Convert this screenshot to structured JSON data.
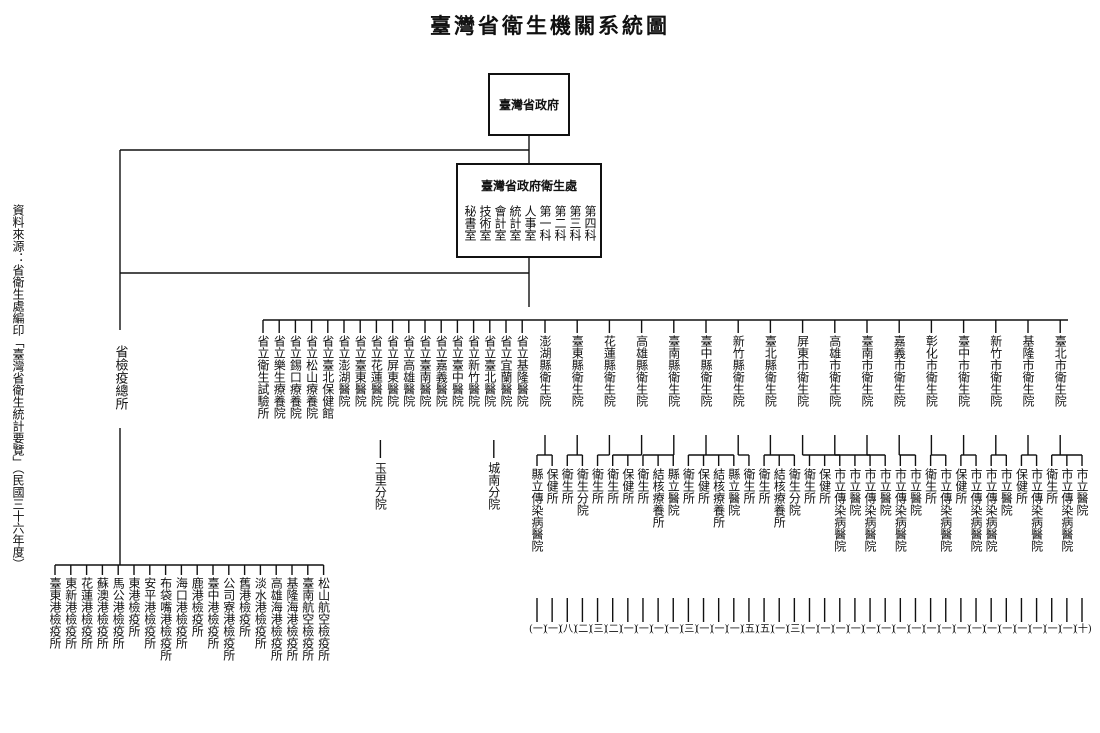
{
  "title": "臺灣省衛生機關系統圖",
  "source_note": "資料來源：省衛生處編印「臺灣省衛生統計要覽」（民國三十六年度）",
  "top_org": "臺灣省政府",
  "health_dept": {
    "name": "臺灣省政府衛生處",
    "units": [
      "秘書室",
      "技術室",
      "會計室",
      "統計室",
      "人事室",
      "第一科",
      "第二科",
      "第三科",
      "第四科"
    ]
  },
  "quarantine": {
    "head": "省檢疫總所",
    "stations": [
      "臺東港檢疫所",
      "東新港檢疫所",
      "花蓮港檢疫所",
      "蘇澳港檢疫所",
      "馬公港檢疫所",
      "東港檢疫所",
      "安平港檢疫所",
      "布袋嘴港檢疫所",
      "海口港檢疫所",
      "鹿港檢疫所",
      "臺中港檢疫所",
      "公司寮港檢疫所",
      "舊港檢疫所",
      "淡水港檢疫所",
      "高雄海港檢疫所",
      "基隆海港檢疫所",
      "臺南航空檢疫所",
      "松山航空檢疫所"
    ]
  },
  "provincial": [
    {
      "name": "省立衛生試驗所"
    },
    {
      "name": "省立樂生療養院"
    },
    {
      "name": "省立錫口療養院"
    },
    {
      "name": "省立松山療養院"
    },
    {
      "name": "省立臺北保健館"
    },
    {
      "name": "省立澎湖醫院"
    },
    {
      "name": "省立臺東醫院"
    },
    {
      "name": "省立花蓮醫院",
      "branch": "玉里分院"
    },
    {
      "name": "省立屏東醫院"
    },
    {
      "name": "省立高雄醫院"
    },
    {
      "name": "省立臺南醫院"
    },
    {
      "name": "省立嘉義醫院"
    },
    {
      "name": "省立臺中醫院"
    },
    {
      "name": "省立新竹醫院"
    },
    {
      "name": "省立臺北醫院",
      "branch": "城南分院"
    },
    {
      "name": "省立宜蘭醫院"
    },
    {
      "name": "省立基隆醫院"
    }
  ],
  "local": [
    {
      "name": "澎湖縣衛生院",
      "subs": [
        {
          "name": "縣立傳染病醫院",
          "count": "(一)"
        },
        {
          "name": "保健所",
          "count": "(一)"
        }
      ]
    },
    {
      "name": "臺東縣衛生院",
      "subs": [
        {
          "name": "衛生所",
          "count": "(八)"
        },
        {
          "name": "衛生分院",
          "count": "(二)"
        }
      ]
    },
    {
      "name": "花蓮縣衛生院",
      "subs": [
        {
          "name": "衛生所",
          "count": "(三)"
        }
      ]
    },
    {
      "name": "高雄縣衛生院",
      "subs": [
        {
          "name": "衛生所",
          "count": "(二)"
        },
        {
          "name": "保健所",
          "count": "(一)"
        }
      ]
    },
    {
      "name": "臺南縣衛生院",
      "subs": [
        {
          "name": "衛生所",
          "count": "(一)"
        },
        {
          "name": "結核療養所",
          "count": "(一)"
        },
        {
          "name": "縣立醫院",
          "count": "(一)"
        }
      ]
    },
    {
      "name": "臺中縣衛生院",
      "subs": [
        {
          "name": "衛生所",
          "count": "(三)"
        },
        {
          "name": "保健所",
          "count": "(一)"
        },
        {
          "name": "結核療養所",
          "count": "(一)"
        },
        {
          "name": "縣立醫院",
          "count": "(一)"
        }
      ]
    },
    {
      "name": "新竹縣衛生院",
      "subs": [
        {
          "name": "衛生所",
          "count": "(五)"
        }
      ]
    },
    {
      "name": "臺北縣衛生院",
      "subs": [
        {
          "name": "衛生所",
          "count": "(五)"
        },
        {
          "name": "結核療養所",
          "count": "(一)"
        },
        {
          "name": "衛生分院",
          "count": "(三)"
        }
      ]
    },
    {
      "name": "屏東市衛生院",
      "subs": [
        {
          "name": "衛生所",
          "count": "(一)"
        },
        {
          "name": "保健所",
          "count": "(一)"
        },
        {
          "name": "市立傳染病醫院",
          "count": "(一)"
        }
      ]
    },
    {
      "name": "高雄市衛生院",
      "subs": [
        {
          "name": "市立醫院",
          "count": "(一)"
        },
        {
          "name": "市立傳染病醫院",
          "count": "(一)"
        }
      ]
    },
    {
      "name": "臺南市衛生院",
      "subs": [
        {
          "name": "市立醫院",
          "count": "(一)"
        }
      ]
    },
    {
      "name": "嘉義市衛生院",
      "subs": [
        {
          "name": "市立傳染病醫院",
          "count": "(一)"
        },
        {
          "name": "市立醫院",
          "count": "(一)"
        }
      ]
    },
    {
      "name": "彰化市衛生院",
      "subs": [
        {
          "name": "衛生所",
          "count": "(一)"
        },
        {
          "name": "市立傳染病醫院",
          "count": "(一)"
        }
      ]
    },
    {
      "name": "臺中市衛生院",
      "subs": [
        {
          "name": "保健所",
          "count": "(一)"
        },
        {
          "name": "市立傳染病醫院",
          "count": "(一)"
        }
      ]
    },
    {
      "name": "新竹市衛生院",
      "subs": [
        {
          "name": "市立傳染病醫院",
          "count": "(一)"
        },
        {
          "name": "市立醫院",
          "count": "(一)"
        }
      ]
    },
    {
      "name": "基隆市衛生院",
      "subs": [
        {
          "name": "保健所",
          "count": "(一)"
        },
        {
          "name": "市立傳染病醫院",
          "count": "(一)"
        }
      ]
    },
    {
      "name": "臺北市衛生院",
      "subs": [
        {
          "name": "衛生所",
          "count": "(一)"
        },
        {
          "name": "市立傳染病醫院",
          "count": "(一)"
        },
        {
          "name": "市立醫院",
          "count": "(十)"
        }
      ]
    }
  ]
}
